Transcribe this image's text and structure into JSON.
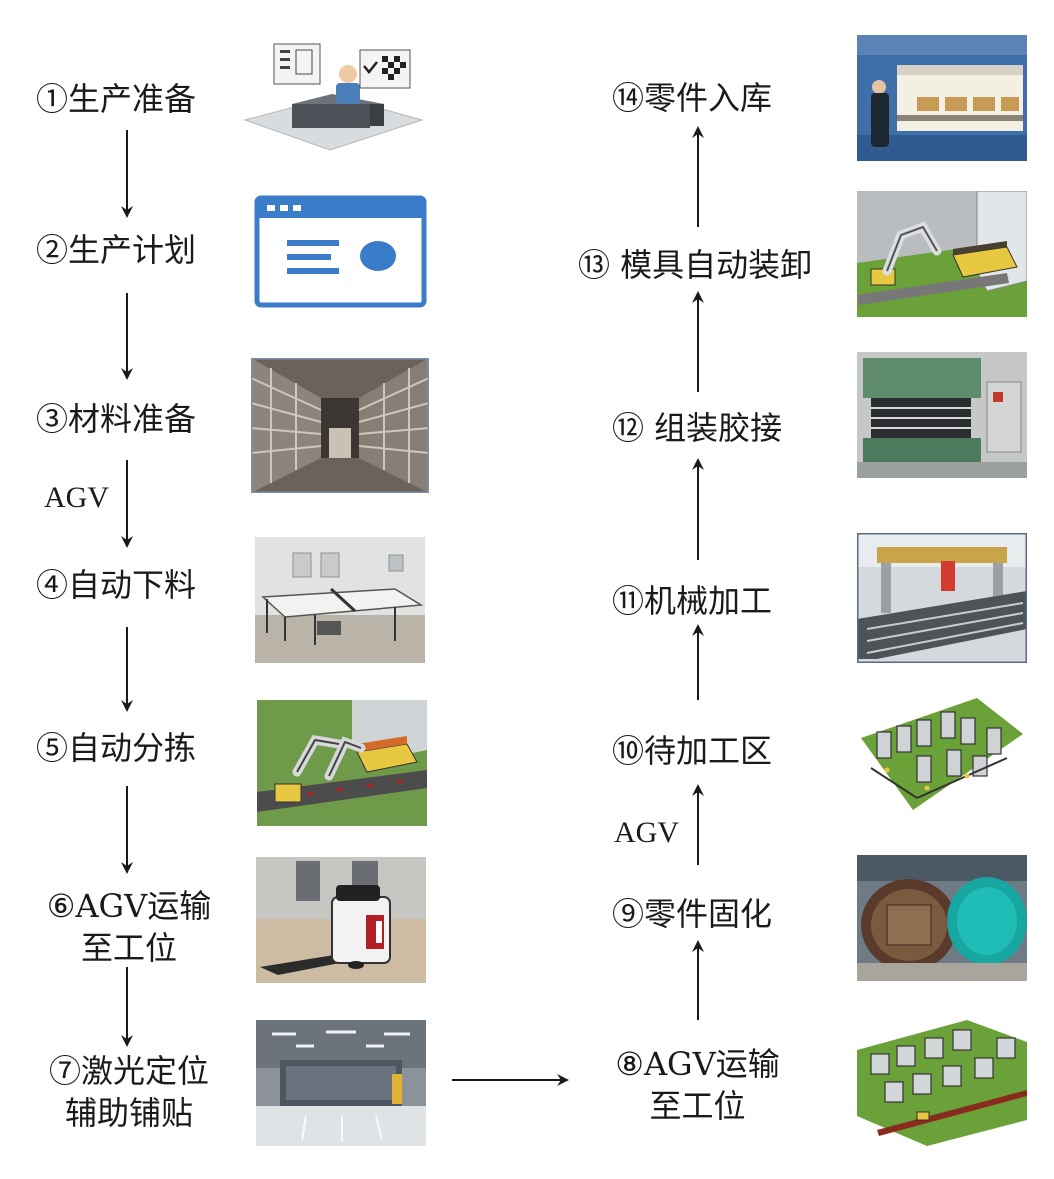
{
  "left_steps": [
    {
      "id": 1,
      "line1": "①生产准备",
      "line2": ""
    },
    {
      "id": 2,
      "line1": "②生产计划",
      "line2": ""
    },
    {
      "id": 3,
      "line1": "③材料准备",
      "line2": ""
    },
    {
      "id": 4,
      "line1": "④自动下料",
      "line2": ""
    },
    {
      "id": 5,
      "line1": "⑤自动分拣",
      "line2": ""
    },
    {
      "id": 6,
      "line1": "⑥AGV运输",
      "line2": "至工位"
    },
    {
      "id": 7,
      "line1": "⑦激光定位",
      "line2": "辅助铺贴"
    }
  ],
  "right_steps": [
    {
      "id": 14,
      "line1": "⑭零件入库",
      "line2": ""
    },
    {
      "id": 13,
      "line1": "⑬ 模具自动装卸",
      "line2": ""
    },
    {
      "id": 12,
      "line1": "⑫ 组装胶接",
      "line2": ""
    },
    {
      "id": 11,
      "line1": "⑪机械加工",
      "line2": ""
    },
    {
      "id": 10,
      "line1": "⑩待加工区",
      "line2": ""
    },
    {
      "id": 9,
      "line1": "⑨零件固化",
      "line2": ""
    },
    {
      "id": 8,
      "line1": "⑧AGV运输",
      "line2": "至工位"
    }
  ],
  "arrow_labels": {
    "left_agv": "AGV",
    "right_agv": "AGV"
  },
  "images": {
    "img1": "production-prep-illustration",
    "img2": "production-plan-window-icon",
    "img3": "automated-warehouse-photo",
    "img4": "automatic-cutting-table-photo",
    "img5": "robot-sorting-render",
    "img6": "agv-vehicle-photo",
    "img7": "laser-positioning-clean-room-photo",
    "img8": "agv-transport-workstations-render",
    "img9": "autoclave-curing-photo",
    "img10": "waiting-area-render",
    "img11": "machining-gantry-photo",
    "img12": "assembly-bonding-press-photo",
    "img13": "mold-robot-handling-render",
    "img14": "parts-storage-photo"
  },
  "colors": {
    "text": "#1a1a1a",
    "arrow": "#1a1a1a",
    "window_icon_blue": "#3a7cc9"
  }
}
